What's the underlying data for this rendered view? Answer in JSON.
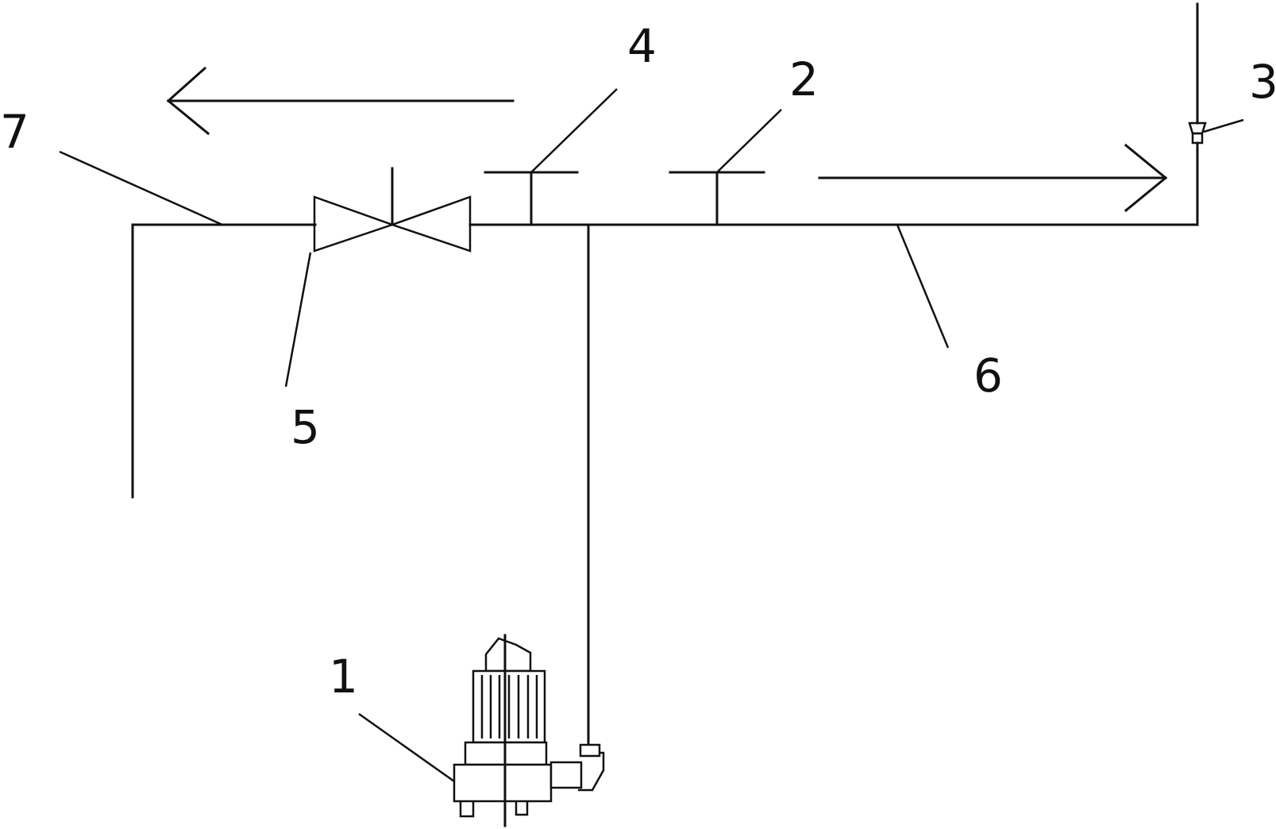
{
  "labels": {
    "pump": "1",
    "fitting_right": "2",
    "check_valve": "3",
    "fitting_left": "4",
    "gate_valve": "5",
    "pipe_right": "6",
    "pipe_left": "7"
  },
  "colors": {
    "line": "#111111",
    "background": "#ffffff"
  },
  "icons": {
    "pump": "submersible-pump-icon",
    "valve": "gate-valve-icon",
    "check_valve": "check-valve-icon",
    "arrow_left": "flow-arrow-left-icon",
    "arrow_right": "flow-arrow-right-icon"
  }
}
